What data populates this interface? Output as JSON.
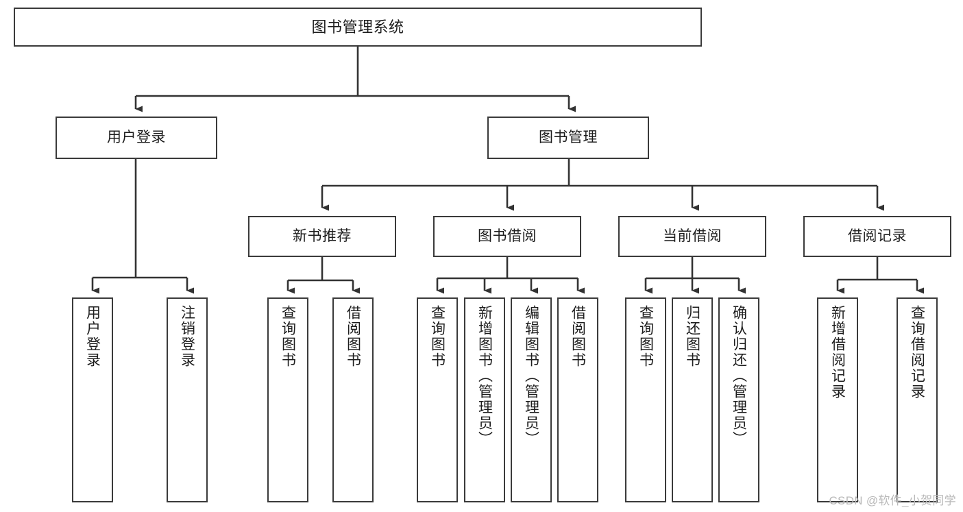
{
  "diagram": {
    "type": "tree-hierarchy",
    "title": "图书管理系统",
    "watermark": "CSDN @软件_小贺同学",
    "colors": {
      "box_border": "#3a3a3a",
      "box_fill": "#ffffff",
      "connector": "#333333",
      "text": "#1d1d1d",
      "watermark": "#b9b9b9",
      "background": "#ffffff"
    },
    "root": {
      "label": "图书管理系统"
    },
    "level2": [
      {
        "label": "用户登录"
      },
      {
        "label": "图书管理"
      }
    ],
    "level3": [
      {
        "label": "新书推荐"
      },
      {
        "label": "图书借阅"
      },
      {
        "label": "当前借阅"
      },
      {
        "label": "借阅记录"
      }
    ],
    "leaves": {
      "user_login": [
        {
          "label": "用户登录"
        },
        {
          "label": "注销登录"
        }
      ],
      "new_book_recommend": [
        {
          "label": "查询图书"
        },
        {
          "label": "借阅图书"
        }
      ],
      "book_borrow": [
        {
          "label": "查询图书"
        },
        {
          "label": "新增图书（管理员）"
        },
        {
          "label": "编辑图书（管理员）"
        },
        {
          "label": "借阅图书"
        }
      ],
      "current_borrow": [
        {
          "label": "查询图书"
        },
        {
          "label": "归还图书"
        },
        {
          "label": "确认归还（管理员）"
        }
      ],
      "borrow_record": [
        {
          "label": "新增借阅记录"
        },
        {
          "label": "查询借阅记录"
        }
      ]
    }
  }
}
